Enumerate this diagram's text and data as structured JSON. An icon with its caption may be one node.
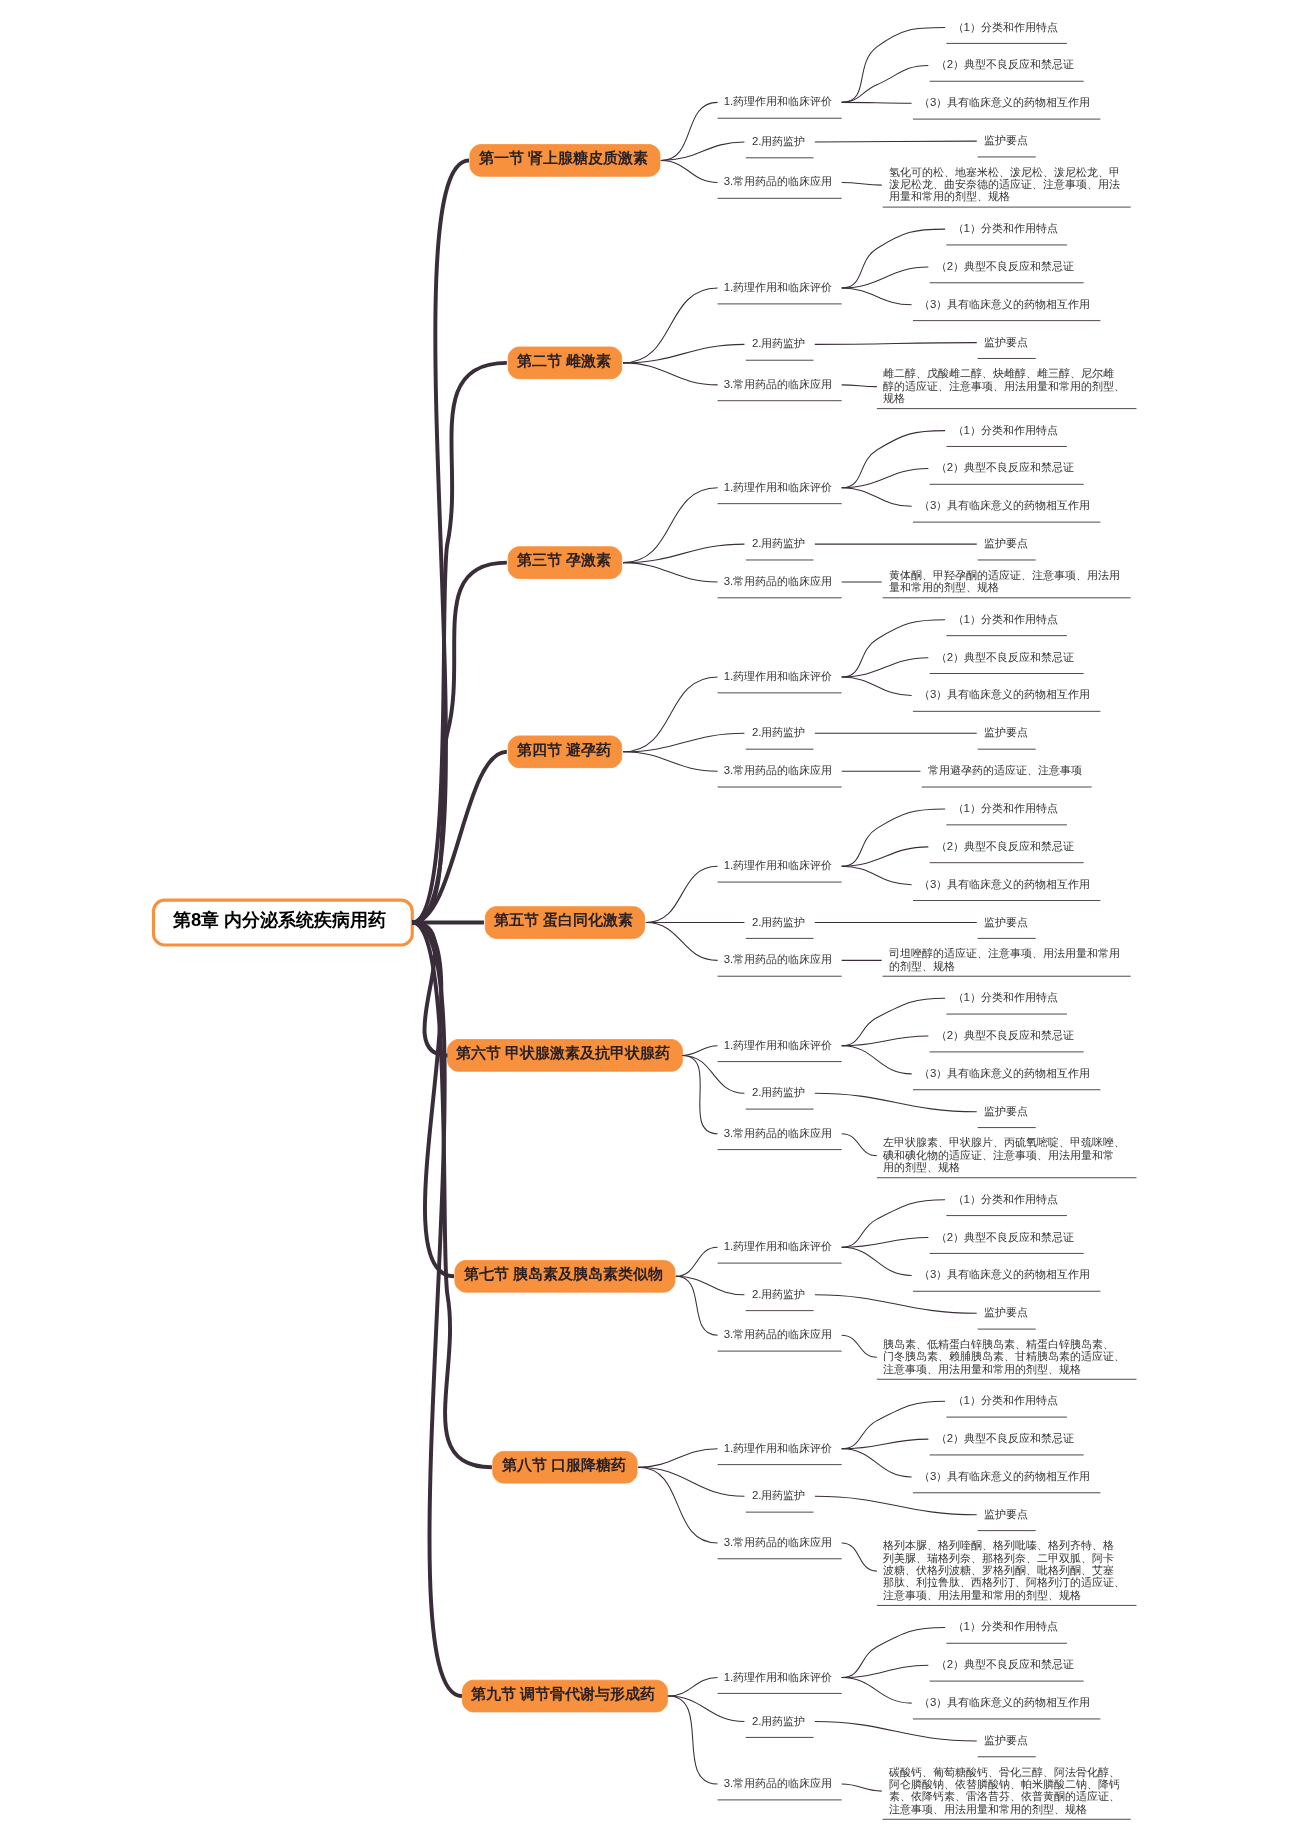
{
  "diagram": {
    "nodes": [
      {
        "text": [
          "第8章 内分泌系统疾病用药"
        ]
      },
      {
        "text": [
          "第一节 肾上腺糖皮质激素"
        ]
      },
      {
        "text": [
          "1.药理作用和临床评价"
        ]
      },
      {
        "text": [
          "（1）分类和作用特点"
        ]
      },
      {
        "text": [
          "（2）典型不良反应和禁忌证"
        ]
      },
      {
        "text": [
          "（3）具有临床意义的药物相互作用"
        ]
      },
      {
        "text": [
          "2.用药监护"
        ]
      },
      {
        "text": [
          "监护要点"
        ]
      },
      {
        "text": [
          "3.常用药品的临床应用"
        ]
      },
      {
        "text": [
          "氢化可的松、地塞米松、泼尼松、泼尼松龙、甲泼尼松龙、曲安奈德的适应证、注意事项、用法用量和常用的剂型、规格"
        ]
      },
      {
        "text": [
          "第二节 雌激素"
        ]
      },
      {
        "text": [
          "1.药理作用和临床评价"
        ]
      },
      {
        "text": [
          "（1）分类和作用特点"
        ]
      },
      {
        "text": [
          "（2）典型不良反应和禁忌证"
        ]
      },
      {
        "text": [
          "（3）具有临床意义的药物相互作用"
        ]
      },
      {
        "text": [
          "2.用药监护"
        ]
      },
      {
        "text": [
          "监护要点"
        ]
      },
      {
        "text": [
          "3.常用药品的临床应用"
        ]
      },
      {
        "text": [
          "雌二醇、戊酸雌二醇、炔雌醇、雌三醇、尼尔雌醇的适应证、注意事项、用法用量和常用的剂型、规格"
        ]
      },
      {
        "text": [
          "第三节 孕激素"
        ]
      },
      {
        "text": [
          "1.药理作用和临床评价"
        ]
      },
      {
        "text": [
          "（1）分类和作用特点"
        ]
      },
      {
        "text": [
          "（2）典型不良反应和禁忌证"
        ]
      },
      {
        "text": [
          "（3）具有临床意义的药物相互作用"
        ]
      },
      {
        "text": [
          "2.用药监护"
        ]
      },
      {
        "text": [
          "监护要点"
        ]
      },
      {
        "text": [
          "3.常用药品的临床应用"
        ]
      },
      {
        "text": [
          "黄体酮、甲羟孕酮的适应证、注意事项、用法用量和常用的剂型、规格"
        ]
      },
      {
        "text": [
          "第四节 避孕药"
        ]
      },
      {
        "text": [
          "1.药理作用和临床评价"
        ]
      },
      {
        "text": [
          "（1）分类和作用特点"
        ]
      },
      {
        "text": [
          "（2）典型不良反应和禁忌证"
        ]
      },
      {
        "text": [
          "（3）具有临床意义的药物相互作用"
        ]
      },
      {
        "text": [
          "2.用药监护"
        ]
      },
      {
        "text": [
          "监护要点"
        ]
      },
      {
        "text": [
          "3.常用药品的临床应用"
        ]
      },
      {
        "text": [
          "常用避孕药的适应证、注意事项"
        ]
      },
      {
        "text": [
          "第五节 蛋白同化激素"
        ]
      },
      {
        "text": [
          "1.药理作用和临床评价"
        ]
      },
      {
        "text": [
          "（1）分类和作用特点"
        ]
      },
      {
        "text": [
          "（2）典型不良反应和禁忌证"
        ]
      },
      {
        "text": [
          "（3）具有临床意义的药物相互作用"
        ]
      },
      {
        "text": [
          "2.用药监护"
        ]
      },
      {
        "text": [
          "监护要点"
        ]
      },
      {
        "text": [
          "3.常用药品的临床应用"
        ]
      },
      {
        "text": [
          "司坦唑醇的适应证、注意事项、用法用量和常用的剂型、规格"
        ]
      },
      {
        "text": [
          "第六节 甲状腺激素及抗甲状腺药"
        ]
      },
      {
        "text": [
          "1.药理作用和临床评价"
        ]
      },
      {
        "text": [
          "（1）分类和作用特点"
        ]
      },
      {
        "text": [
          "（2）典型不良反应和禁忌证"
        ]
      },
      {
        "text": [
          "（3）具有临床意义的药物相互作用"
        ]
      },
      {
        "text": [
          "2.用药监护"
        ]
      },
      {
        "text": [
          "监护要点"
        ]
      },
      {
        "text": [
          "3.常用药品的临床应用"
        ]
      },
      {
        "text": [
          "左甲状腺素、甲状腺片、丙硫氧嘧啶、甲巯咪唑、碘和碘化物的适应证、注意事项、用法用量和常用的剂型、规格"
        ]
      },
      {
        "text": [
          "第七节 胰岛素及胰岛素类似物"
        ]
      },
      {
        "text": [
          "1.药理作用和临床评价"
        ]
      },
      {
        "text": [
          "（1）分类和作用特点"
        ]
      },
      {
        "text": [
          "（2）典型不良反应和禁忌证"
        ]
      },
      {
        "text": [
          "（3）具有临床意义的药物相互作用"
        ]
      },
      {
        "text": [
          "2.用药监护"
        ]
      },
      {
        "text": [
          "监护要点"
        ]
      },
      {
        "text": [
          "3.常用药品的临床应用"
        ]
      },
      {
        "text": [
          "胰岛素、低精蛋白锌胰岛素、精蛋白锌胰岛素、门冬胰岛素、赖脯胰岛素、甘精胰岛素的适应证、注意事项、用法用量和常用的剂型、规格"
        ]
      },
      {
        "text": [
          "第八节 口服降糖药"
        ]
      },
      {
        "text": [
          "1.药理作用和临床评价"
        ]
      },
      {
        "text": [
          "（1）分类和作用特点"
        ]
      },
      {
        "text": [
          "（2）典型不良反应和禁忌证"
        ]
      },
      {
        "text": [
          "（3）具有临床意义的药物相互作用"
        ]
      },
      {
        "text": [
          "2.用药监护"
        ]
      },
      {
        "text": [
          "监护要点"
        ]
      },
      {
        "text": [
          "3.常用药品的临床应用"
        ]
      },
      {
        "text": [
          "格列本脲、格列喹酮、格列吡嗪、格列齐特、格列美脲、瑞格列奈、那格列奈、二甲双胍、阿卡波糖、伏格列波糖、罗格列酮、吡格列酮、艾塞那肽、利拉鲁肽、西格列汀、阿格列汀的适应证、注意事项、用法用量和常用的剂型、规格"
        ]
      },
      {
        "text": [
          "第九节 调节骨代谢与形成药"
        ]
      },
      {
        "text": [
          "1.药理作用和临床评价"
        ]
      },
      {
        "text": [
          "（1）分类和作用特点"
        ]
      },
      {
        "text": [
          "（2）典型不良反应和禁忌证"
        ]
      },
      {
        "text": [
          "（3）具有临床意义的药物相互作用"
        ]
      },
      {
        "text": [
          "2.用药监护"
        ]
      },
      {
        "text": [
          "监护要点"
        ]
      },
      {
        "text": [
          "3.常用药品的临床应用"
        ]
      },
      {
        "text": [
          "碳酸钙、葡萄糖酸钙、骨化三醇、阿法骨化醇、阿仑膦酸钠、依替膦酸钠、帕米膦酸二钠、降钙素、依降钙素、雷洛昔芬、依普黄酮的适应证、注意事项、用法用量和常用的剂型、规格"
        ]
      }
    ],
    "edges": [
      {
        "from": 0,
        "to": 1,
        "arrow": "none",
        "style": "thick"
      },
      {
        "from": 1,
        "to": 2,
        "arrow": "none"
      },
      {
        "from": 2,
        "to": 3,
        "arrow": "none"
      },
      {
        "from": 2,
        "to": 4,
        "arrow": "none"
      },
      {
        "from": 2,
        "to": 5,
        "arrow": "none"
      },
      {
        "from": 1,
        "to": 6,
        "arrow": "none"
      },
      {
        "from": 6,
        "to": 7,
        "arrow": "none"
      },
      {
        "from": 1,
        "to": 8,
        "arrow": "none"
      },
      {
        "from": 8,
        "to": 9,
        "arrow": "none"
      },
      {
        "from": 0,
        "to": 10,
        "arrow": "none",
        "style": "thick"
      },
      {
        "from": 10,
        "to": 11,
        "arrow": "none"
      },
      {
        "from": 11,
        "to": 12,
        "arrow": "none"
      },
      {
        "from": 11,
        "to": 13,
        "arrow": "none"
      },
      {
        "from": 11,
        "to": 14,
        "arrow": "none"
      },
      {
        "from": 10,
        "to": 15,
        "arrow": "none"
      },
      {
        "from": 15,
        "to": 16,
        "arrow": "none"
      },
      {
        "from": 10,
        "to": 17,
        "arrow": "none"
      },
      {
        "from": 17,
        "to": 18,
        "arrow": "none"
      },
      {
        "from": 0,
        "to": 19,
        "arrow": "none",
        "style": "thick"
      },
      {
        "from": 19,
        "to": 20,
        "arrow": "none"
      },
      {
        "from": 20,
        "to": 21,
        "arrow": "none"
      },
      {
        "from": 20,
        "to": 22,
        "arrow": "none"
      },
      {
        "from": 20,
        "to": 23,
        "arrow": "none"
      },
      {
        "from": 19,
        "to": 24,
        "arrow": "none"
      },
      {
        "from": 24,
        "to": 25,
        "arrow": "none"
      },
      {
        "from": 19,
        "to": 26,
        "arrow": "none"
      },
      {
        "from": 26,
        "to": 27,
        "arrow": "none"
      },
      {
        "from": 0,
        "to": 28,
        "arrow": "none",
        "style": "thick"
      },
      {
        "from": 28,
        "to": 29,
        "arrow": "none"
      },
      {
        "from": 29,
        "to": 30,
        "arrow": "none"
      },
      {
        "from": 29,
        "to": 31,
        "arrow": "none"
      },
      {
        "from": 29,
        "to": 32,
        "arrow": "none"
      },
      {
        "from": 28,
        "to": 33,
        "arrow": "none"
      },
      {
        "from": 33,
        "to": 34,
        "arrow": "none"
      },
      {
        "from": 28,
        "to": 35,
        "arrow": "none"
      },
      {
        "from": 35,
        "to": 36,
        "arrow": "none"
      },
      {
        "from": 0,
        "to": 37,
        "arrow": "none",
        "style": "thick"
      },
      {
        "from": 37,
        "to": 38,
        "arrow": "none"
      },
      {
        "from": 38,
        "to": 39,
        "arrow": "none"
      },
      {
        "from": 38,
        "to": 40,
        "arrow": "none"
      },
      {
        "from": 38,
        "to": 41,
        "arrow": "none"
      },
      {
        "from": 37,
        "to": 42,
        "arrow": "none"
      },
      {
        "from": 42,
        "to": 43,
        "arrow": "none"
      },
      {
        "from": 37,
        "to": 44,
        "arrow": "none"
      },
      {
        "from": 44,
        "to": 45,
        "arrow": "none"
      },
      {
        "from": 0,
        "to": 46,
        "arrow": "none",
        "style": "thick"
      },
      {
        "from": 46,
        "to": 47,
        "arrow": "none"
      },
      {
        "from": 47,
        "to": 48,
        "arrow": "none"
      },
      {
        "from": 47,
        "to": 49,
        "arrow": "none"
      },
      {
        "from": 47,
        "to": 50,
        "arrow": "none"
      },
      {
        "from": 46,
        "to": 51,
        "arrow": "none"
      },
      {
        "from": 51,
        "to": 52,
        "arrow": "none"
      },
      {
        "from": 46,
        "to": 53,
        "arrow": "none"
      },
      {
        "from": 53,
        "to": 54,
        "arrow": "none"
      },
      {
        "from": 0,
        "to": 55,
        "arrow": "none",
        "style": "thick"
      },
      {
        "from": 55,
        "to": 56,
        "arrow": "none"
      },
      {
        "from": 56,
        "to": 57,
        "arrow": "none"
      },
      {
        "from": 56,
        "to": 58,
        "arrow": "none"
      },
      {
        "from": 56,
        "to": 59,
        "arrow": "none"
      },
      {
        "from": 55,
        "to": 60,
        "arrow": "none"
      },
      {
        "from": 60,
        "to": 61,
        "arrow": "none"
      },
      {
        "from": 55,
        "to": 62,
        "arrow": "none"
      },
      {
        "from": 62,
        "to": 63,
        "arrow": "none"
      },
      {
        "from": 0,
        "to": 64,
        "arrow": "none",
        "style": "thick"
      },
      {
        "from": 64,
        "to": 65,
        "arrow": "none"
      },
      {
        "from": 65,
        "to": 66,
        "arrow": "none"
      },
      {
        "from": 65,
        "to": 67,
        "arrow": "none"
      },
      {
        "from": 65,
        "to": 68,
        "arrow": "none"
      },
      {
        "from": 64,
        "to": 69,
        "arrow": "none"
      },
      {
        "from": 69,
        "to": 70,
        "arrow": "none"
      },
      {
        "from": 64,
        "to": 71,
        "arrow": "none"
      },
      {
        "from": 71,
        "to": 72,
        "arrow": "none"
      },
      {
        "from": 0,
        "to": 73,
        "arrow": "none",
        "style": "thick"
      },
      {
        "from": 73,
        "to": 74,
        "arrow": "none"
      },
      {
        "from": 74,
        "to": 75,
        "arrow": "none"
      },
      {
        "from": 74,
        "to": 76,
        "arrow": "none"
      },
      {
        "from": 74,
        "to": 77,
        "arrow": "none"
      },
      {
        "from": 73,
        "to": 78,
        "arrow": "none"
      },
      {
        "from": 78,
        "to": 79,
        "arrow": "none"
      },
      {
        "from": 73,
        "to": 80,
        "arrow": "none"
      },
      {
        "from": 80,
        "to": 81,
        "arrow": "none"
      }
    ]
  }
}
